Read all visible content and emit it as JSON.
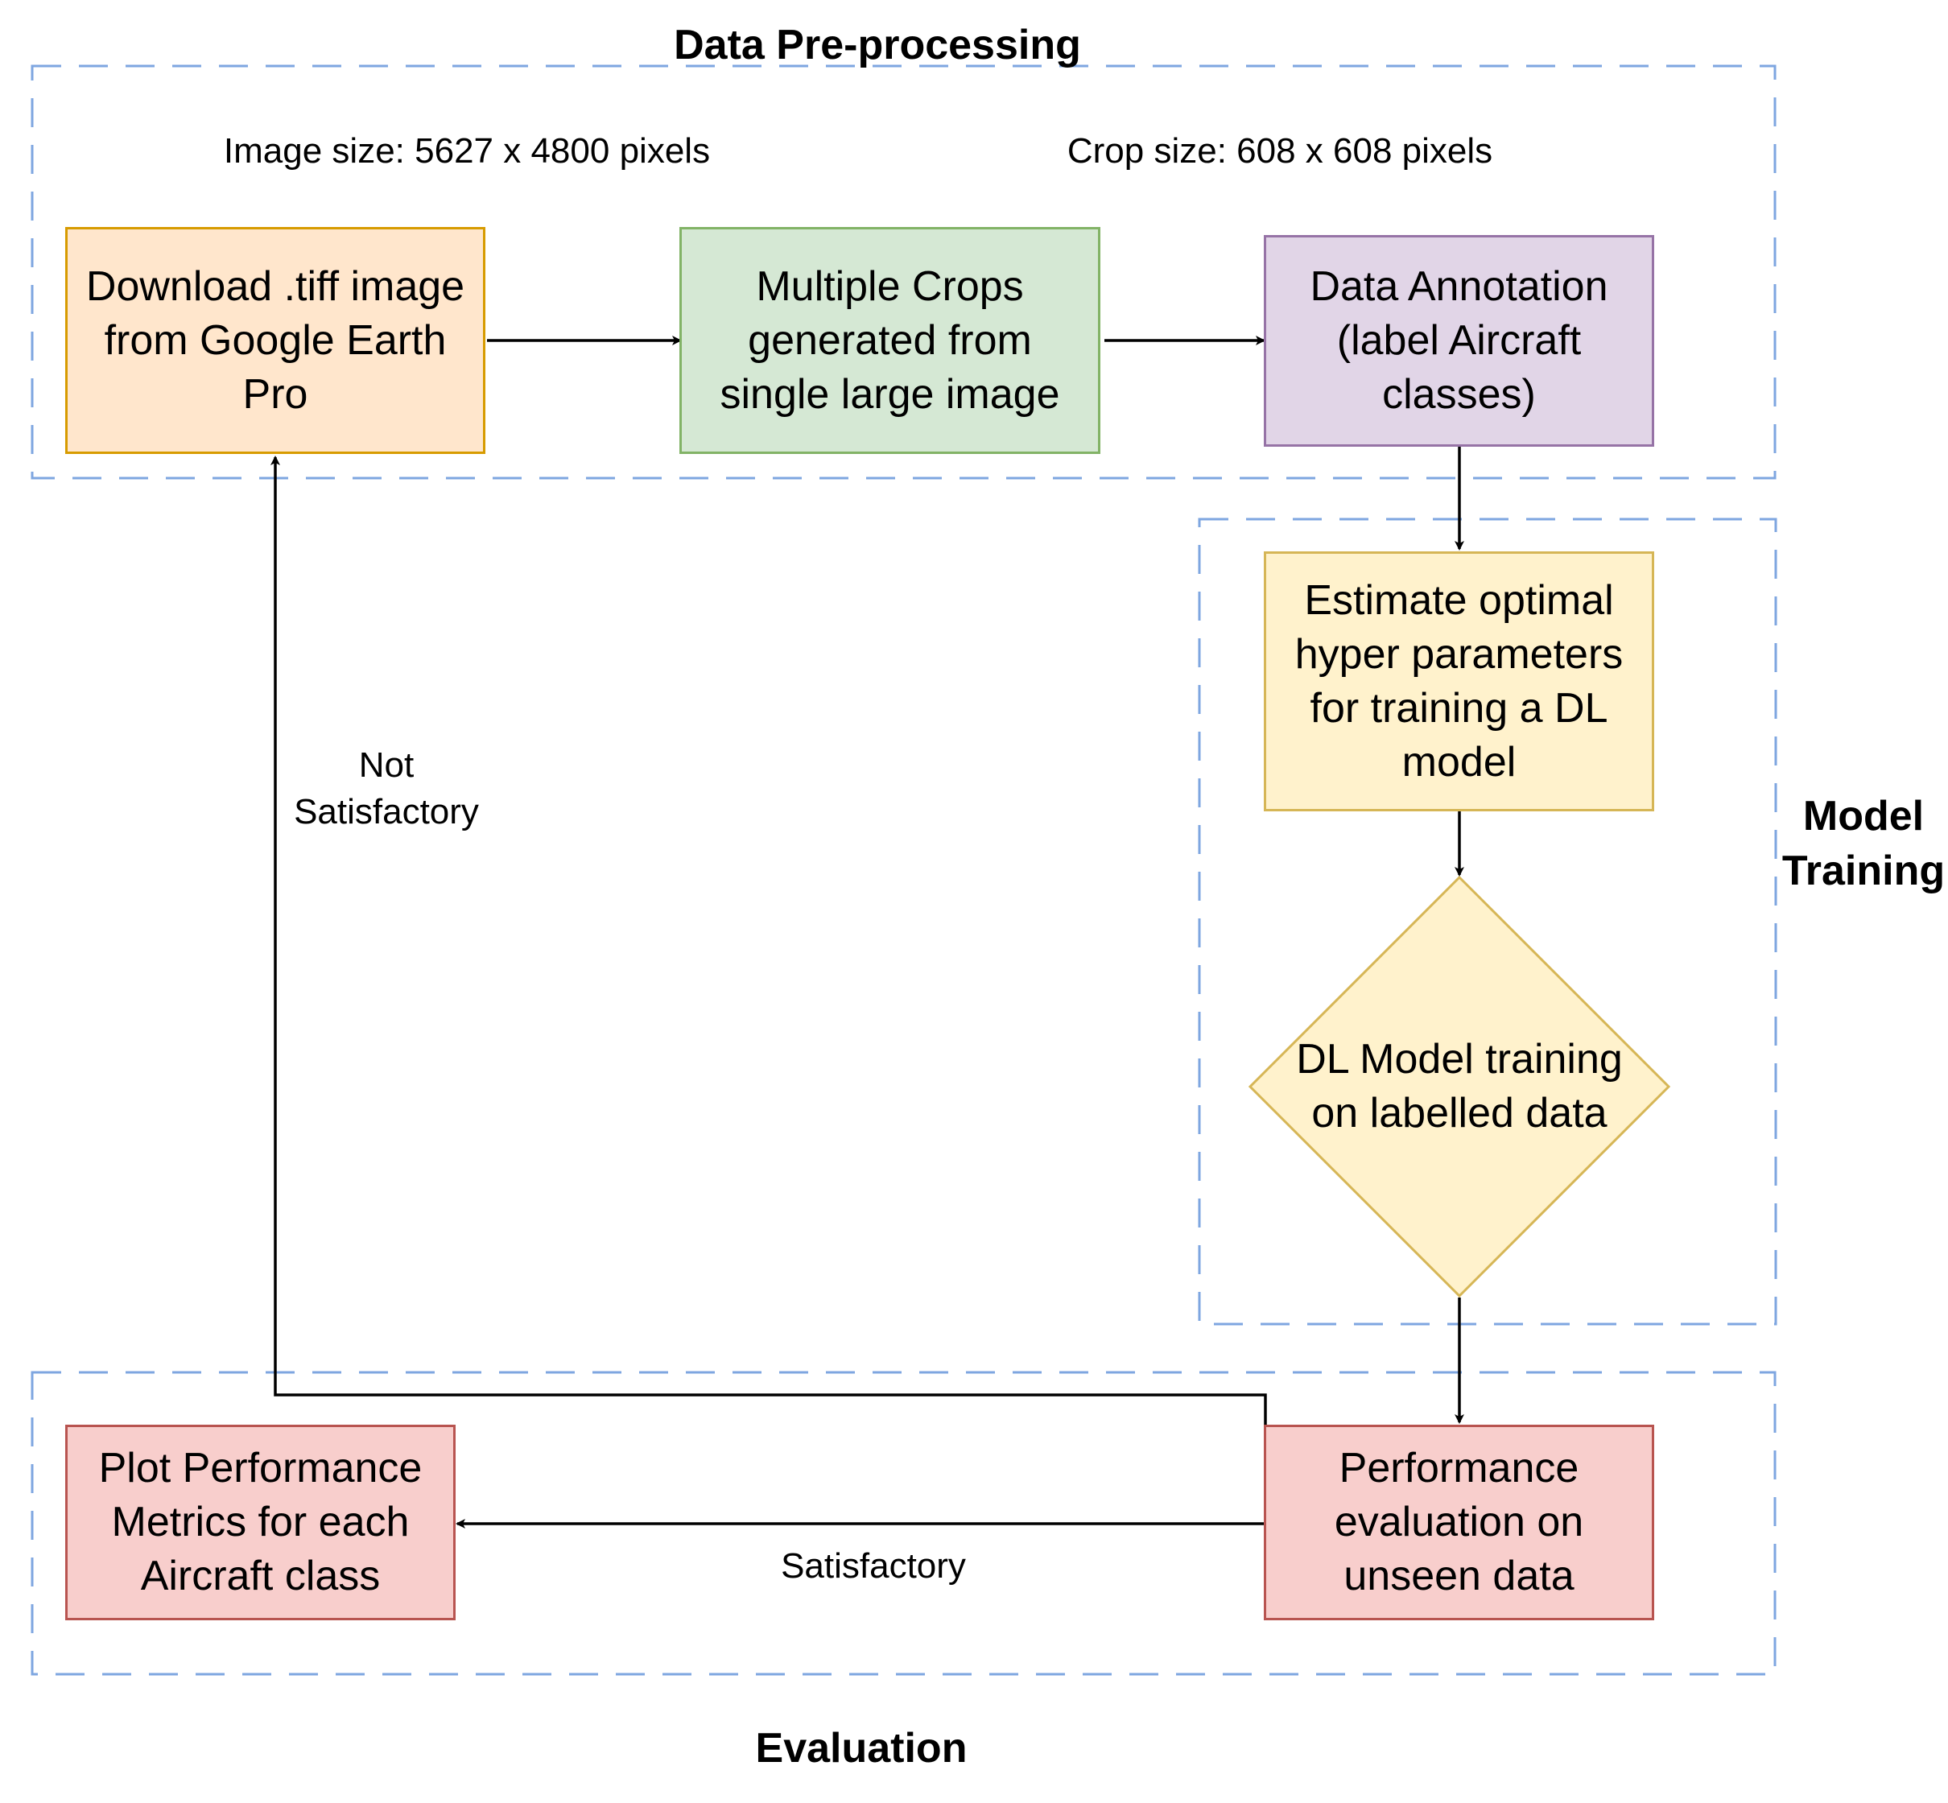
{
  "groups": {
    "preprocessing": {
      "title": "Data Pre-processing"
    },
    "training": {
      "title": "Model\nTraining"
    },
    "evaluation": {
      "title": "Evaluation"
    }
  },
  "notes": {
    "image_size": "Image size: 5627 x 4800 pixels",
    "crop_size": "Crop size: 608 x 608 pixels"
  },
  "nodes": {
    "download": "Download .tiff image\nfrom Google Earth\nPro",
    "crops": "Multiple Crops\ngenerated from\nsingle large image",
    "annotation": "Data Annotation\n(label Aircraft\nclasses)",
    "hyperparams": "Estimate optimal\nhyper parameters\nfor training a DL\nmodel",
    "training": "DL Model training\non labelled data",
    "evaluation": "Performance\nevaluation on\nunseen data",
    "plot": "Plot Performance\nMetrics for each\nAircraft class"
  },
  "edges": {
    "not_satisfactory": "Not\nSatisfactory",
    "satisfactory": "Satisfactory"
  },
  "colors": {
    "group_border": "#7ea6e0",
    "orange_fill": "#ffe6cc",
    "orange_stroke": "#d79b00",
    "green_fill": "#d5e8d4",
    "green_stroke": "#82b366",
    "purple_fill": "#e1d5e7",
    "purple_stroke": "#9673a6",
    "yellow_fill": "#fff2cc",
    "yellow_stroke": "#d6b656",
    "red_fill": "#f8cecc",
    "red_stroke": "#b85450"
  }
}
